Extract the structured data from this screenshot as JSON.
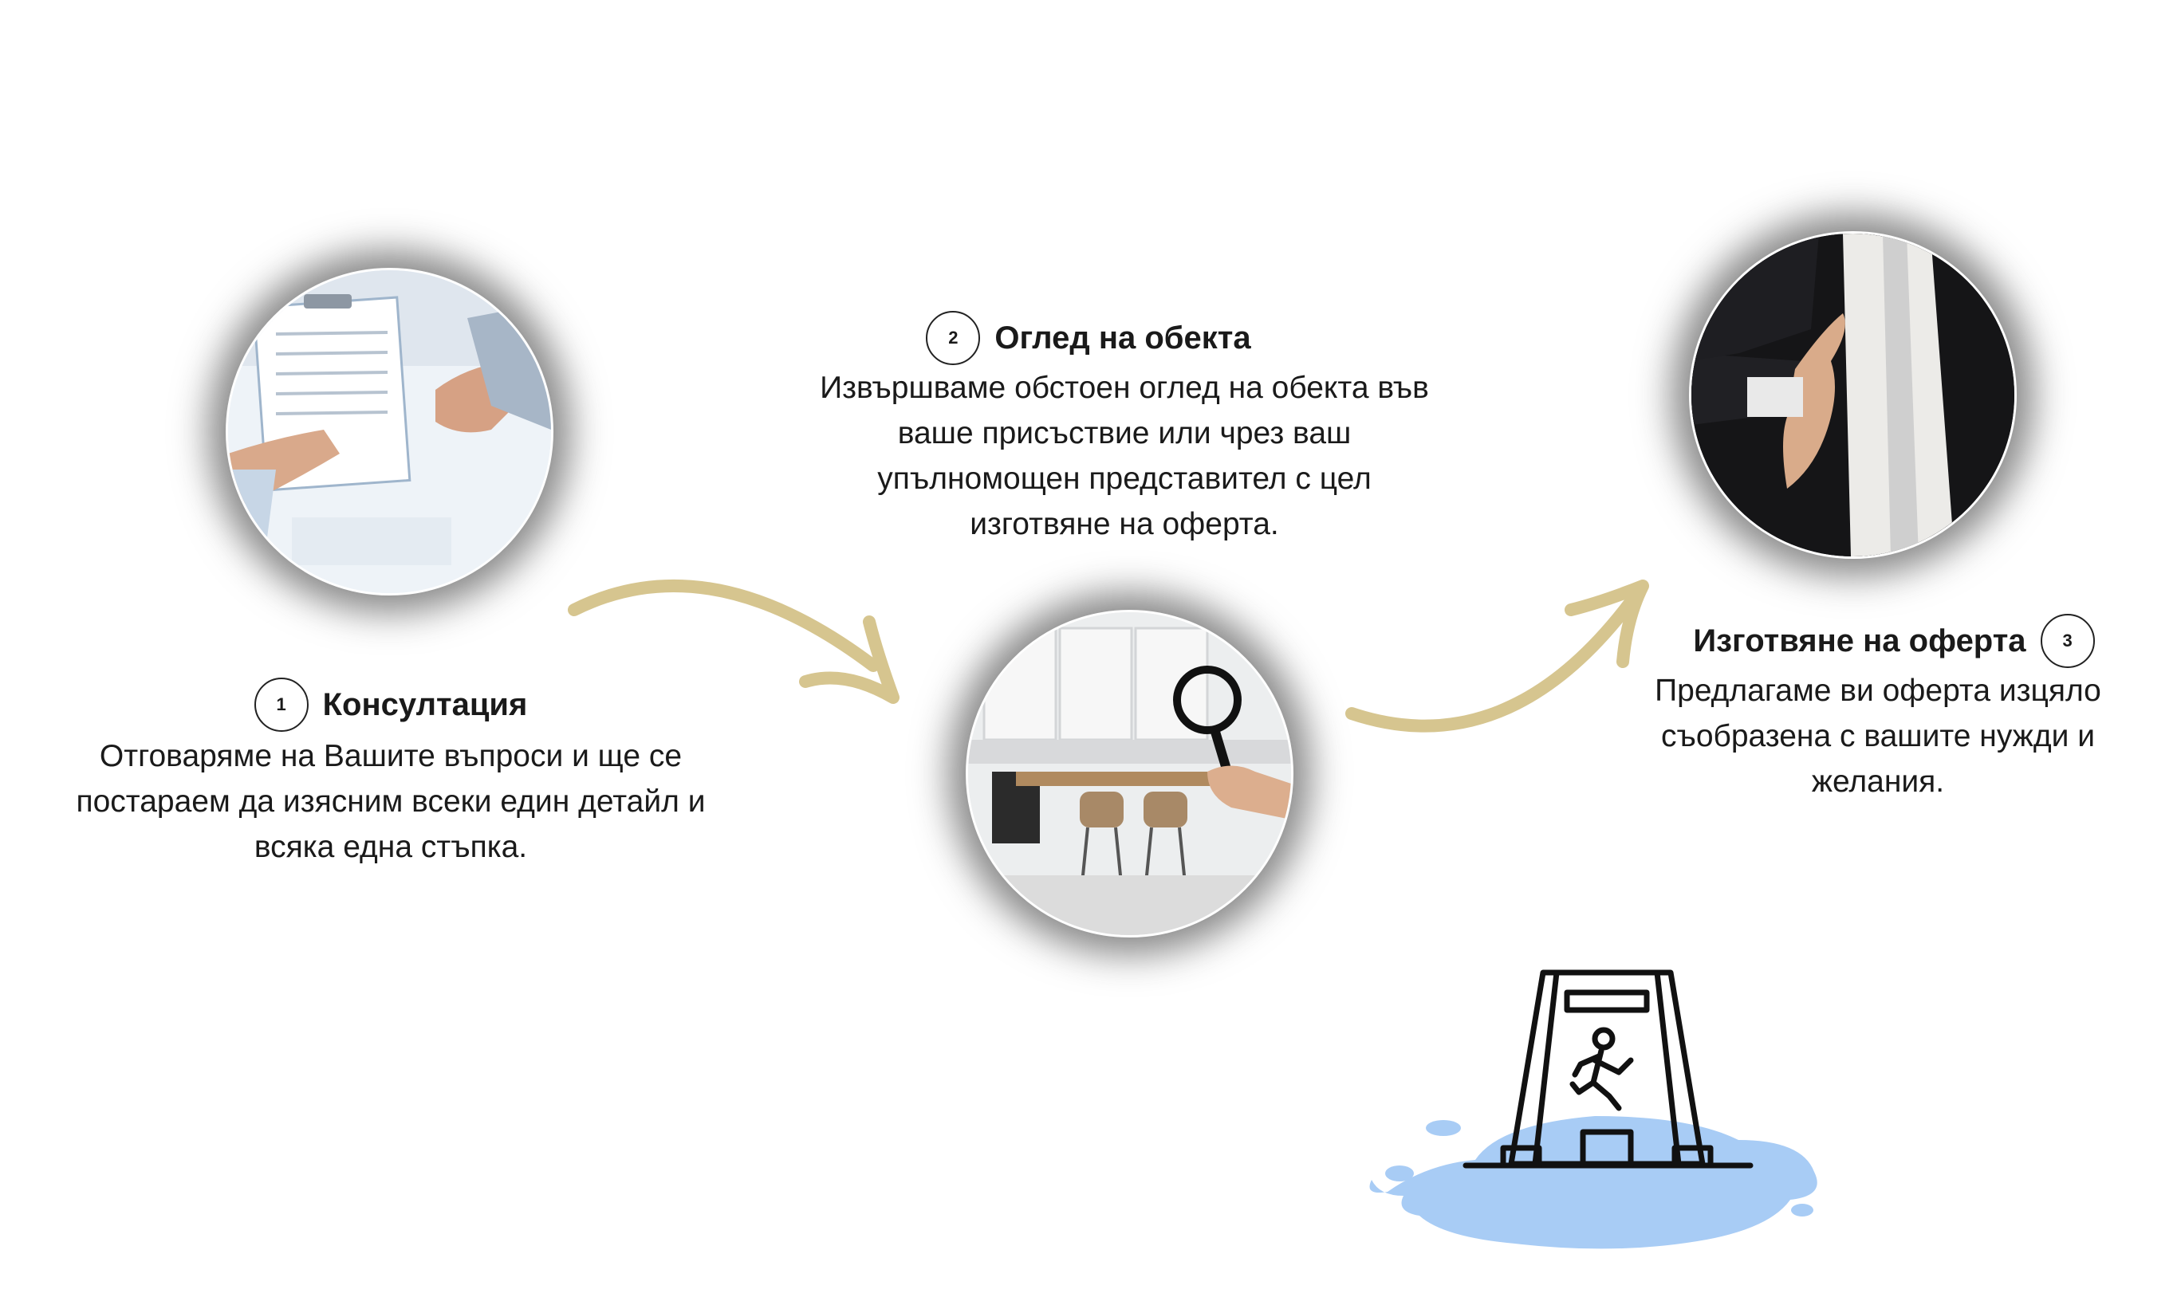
{
  "colors": {
    "arrow": "#d6c58f",
    "text": "#1a1a1a",
    "puddle": "#a8ccf5",
    "sign_stroke": "#111111"
  },
  "steps": [
    {
      "number": "1",
      "title": "Консултация",
      "lines": [
        "Отговаряме на Вашите въпроси и ще се",
        "постараем да изясним всеки един детайл и",
        "всяка една стъпка."
      ],
      "image": "consultation-photo"
    },
    {
      "number": "2",
      "title": "Оглед на обекта",
      "lines": [
        "Извършваме обстоен оглед на обекта във",
        "ваше присъствие или чрез ваш",
        "упълномощен представител с цел",
        "изготвяне на оферта."
      ],
      "image": "inspection-photo"
    },
    {
      "number": "3",
      "title": "Изготвяне на оферта",
      "lines": [
        "Предлагаме ви оферта изцяло",
        "съобразена с вашите нужди и",
        "желания."
      ],
      "image": "handshake-photo"
    }
  ],
  "icons": [
    "arrow-right-curve-icon",
    "arrow-up-curve-icon",
    "wet-floor-sign-icon"
  ]
}
